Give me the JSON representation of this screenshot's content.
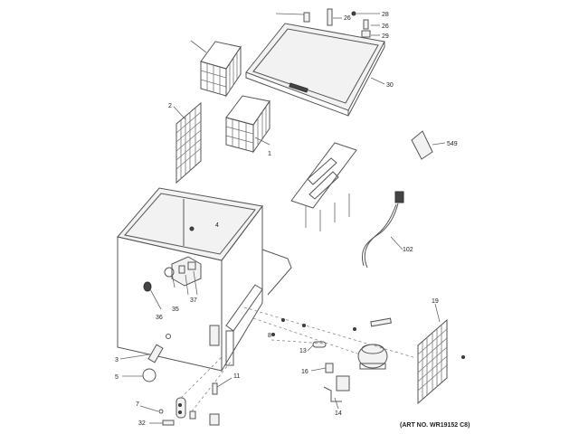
{
  "art_number": "(ART NO. WR19152 C8)",
  "callouts": {
    "c1": "1",
    "c2": "2",
    "c3": "3",
    "c4": "4",
    "c5": "5",
    "c7": "7",
    "c8": "8",
    "c11": "11",
    "c13": "13",
    "c14": "14",
    "c16": "16",
    "c19": "19",
    "c26a": "26",
    "c26b": "26",
    "c28": "28",
    "c29": "29",
    "c30": "30",
    "c32": "32",
    "c35": "35",
    "c36": "36",
    "c37": "37",
    "c102": "102",
    "c549": "549"
  }
}
